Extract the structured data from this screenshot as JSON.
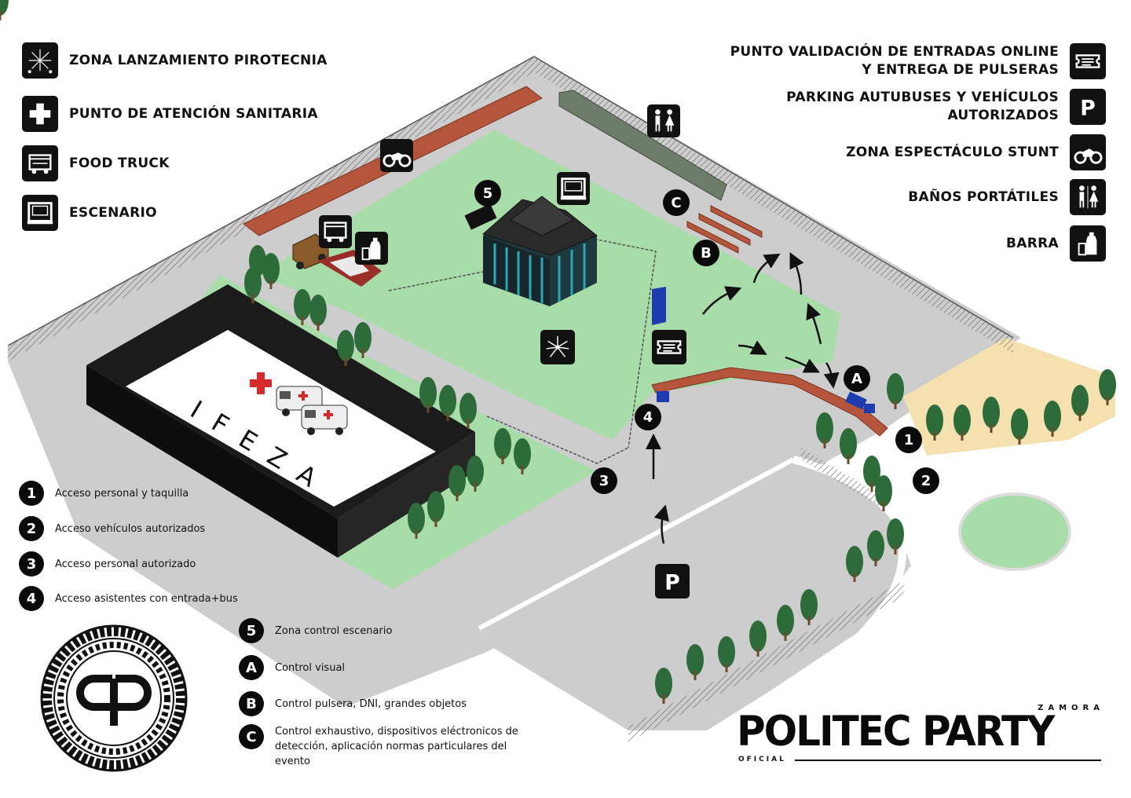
{
  "legend_left": [
    {
      "label": "ZONA LANZAMIENTO PIROTECNIA",
      "icon": "fireworks-icon"
    },
    {
      "label": "PUNTO DE ATENCIÓN SANITARIA",
      "icon": "medical-cross-icon"
    },
    {
      "label": "FOOD TRUCK",
      "icon": "food-truck-icon"
    },
    {
      "label": "ESCENARIO",
      "icon": "stage-icon"
    }
  ],
  "legend_right": [
    {
      "label_line1": "PUNTO VALIDACIÓN DE ENTRADAS ONLINE",
      "label_line2": "Y ENTREGA DE PULSERAS",
      "icon": "ticket-icon"
    },
    {
      "label_line1": "PARKING AUTUBUSES Y VEHÍCULOS",
      "label_line2": "AUTORIZADOS",
      "icon": "parking-icon"
    },
    {
      "label_line1": "ZONA ESPECTÁCULO STUNT",
      "label_line2": "",
      "icon": "motorbike-icon"
    },
    {
      "label_line1": "BAÑOS PORTÁTILES",
      "label_line2": "",
      "icon": "toilets-icon"
    },
    {
      "label_line1": "BARRA",
      "label_line2": "",
      "icon": "bar-drinks-icon"
    }
  ],
  "access_points": [
    {
      "badge": "1",
      "label": "Acceso personal y taquilla"
    },
    {
      "badge": "2",
      "label": "Acceso vehículos autorizados"
    },
    {
      "badge": "3",
      "label": "Acceso personal autorizado"
    },
    {
      "badge": "4",
      "label": "Acceso asistentes con entrada+bus"
    }
  ],
  "control_points": [
    {
      "badge": "5",
      "label": "Zona control escenario"
    },
    {
      "badge": "A",
      "label": "Control visual"
    },
    {
      "badge": "B",
      "label": "Control pulsera, DNI, grandes objetos"
    },
    {
      "badge": "C",
      "label": "Control exhaustivo, dispositivos eléctronicos de detección, aplicación normas particulares del evento"
    }
  ],
  "map": {
    "building_label": "IFEZA",
    "map_markers": [
      "1",
      "2",
      "3",
      "4",
      "5",
      "A",
      "B",
      "C",
      "P"
    ]
  },
  "brand": {
    "city": "ZAMORA",
    "name": "POLITEC PARTY",
    "tagline": "OFICIAL"
  },
  "colors": {
    "grass": "#a8dca8",
    "pavement": "#cfcfcf",
    "sand": "#f5e0b0",
    "brick": "#b5563c",
    "building": "#1b1b1b",
    "badge": "#0a0a0a"
  }
}
